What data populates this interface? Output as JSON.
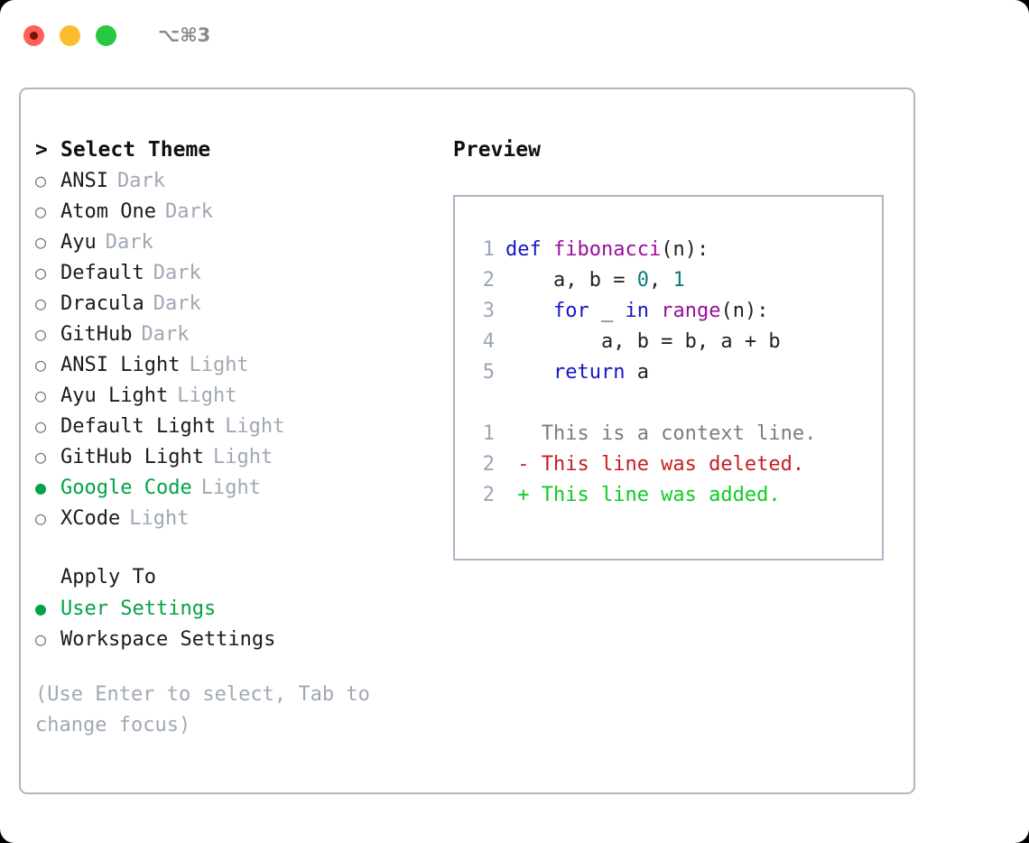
{
  "titlebar": {
    "lights": [
      {
        "name": "close",
        "color": "#fd6058"
      },
      {
        "name": "minimize",
        "color": "#fdbc2f"
      },
      {
        "name": "maximize",
        "color": "#28c840"
      }
    ],
    "shortcut": "⌥⌘3"
  },
  "colors": {
    "selected_green": "#00a346",
    "muted": "#a0a8b4",
    "border": "#aeb6c4",
    "keyword": "#1616c8",
    "function": "#9b0f9b",
    "number": "#0d7b7b",
    "diff_add": "#0ecb22",
    "diff_del": "#c42121",
    "line_number": "#9aa5b8"
  },
  "theme_picker": {
    "header": {
      "caret": ">",
      "title": "Select Theme"
    },
    "markers": {
      "selected": "●",
      "unselected": "○"
    },
    "items": [
      {
        "name": "ANSI",
        "variant": "Dark",
        "selected": false
      },
      {
        "name": "Atom One",
        "variant": "Dark",
        "selected": false
      },
      {
        "name": "Ayu",
        "variant": "Dark",
        "selected": false
      },
      {
        "name": "Default",
        "variant": "Dark",
        "selected": false
      },
      {
        "name": "Dracula",
        "variant": "Dark",
        "selected": false
      },
      {
        "name": "GitHub",
        "variant": "Dark",
        "selected": false
      },
      {
        "name": "ANSI Light",
        "variant": "Light",
        "selected": false
      },
      {
        "name": "Ayu Light",
        "variant": "Light",
        "selected": false
      },
      {
        "name": "Default Light",
        "variant": "Light",
        "selected": false
      },
      {
        "name": "GitHub Light",
        "variant": "Light",
        "selected": false
      },
      {
        "name": "Google Code",
        "variant": "Light",
        "selected": true
      },
      {
        "name": "XCode",
        "variant": "Light",
        "selected": false
      }
    ]
  },
  "apply_to": {
    "title": "Apply To",
    "options": [
      {
        "name": "User Settings",
        "selected": true
      },
      {
        "name": "Workspace Settings",
        "selected": false
      }
    ]
  },
  "hint": "(Use Enter to select, Tab to change focus)",
  "preview": {
    "title": "Preview",
    "code_lines": [
      {
        "number": "1",
        "tokens": [
          {
            "t": "def",
            "c": "kw"
          },
          {
            "t": " ",
            "c": "pl"
          },
          {
            "t": "fibonacci",
            "c": "fn"
          },
          {
            "t": "(n):",
            "c": "pl"
          }
        ]
      },
      {
        "number": "2",
        "tokens": [
          {
            "t": "    a, b = ",
            "c": "pl"
          },
          {
            "t": "0",
            "c": "num"
          },
          {
            "t": ", ",
            "c": "pl"
          },
          {
            "t": "1",
            "c": "num"
          }
        ]
      },
      {
        "number": "3",
        "tokens": [
          {
            "t": "    ",
            "c": "pl"
          },
          {
            "t": "for",
            "c": "kw"
          },
          {
            "t": " _ ",
            "c": "pl"
          },
          {
            "t": "in",
            "c": "kw"
          },
          {
            "t": " ",
            "c": "pl"
          },
          {
            "t": "range",
            "c": "fn"
          },
          {
            "t": "(n):",
            "c": "pl"
          }
        ]
      },
      {
        "number": "4",
        "tokens": [
          {
            "t": "        a, b = b, a + b",
            "c": "pl"
          }
        ]
      },
      {
        "number": "5",
        "tokens": [
          {
            "t": "    ",
            "c": "pl"
          },
          {
            "t": "return",
            "c": "kw"
          },
          {
            "t": " a",
            "c": "pl"
          }
        ]
      }
    ],
    "diff_lines": [
      {
        "number": "1",
        "sign": " ",
        "text": "This is a context line.",
        "kind": "ctx"
      },
      {
        "number": "2",
        "sign": "-",
        "text": "This line was deleted.",
        "kind": "del"
      },
      {
        "number": "2",
        "sign": "+",
        "text": "This line was added.",
        "kind": "add"
      }
    ]
  }
}
